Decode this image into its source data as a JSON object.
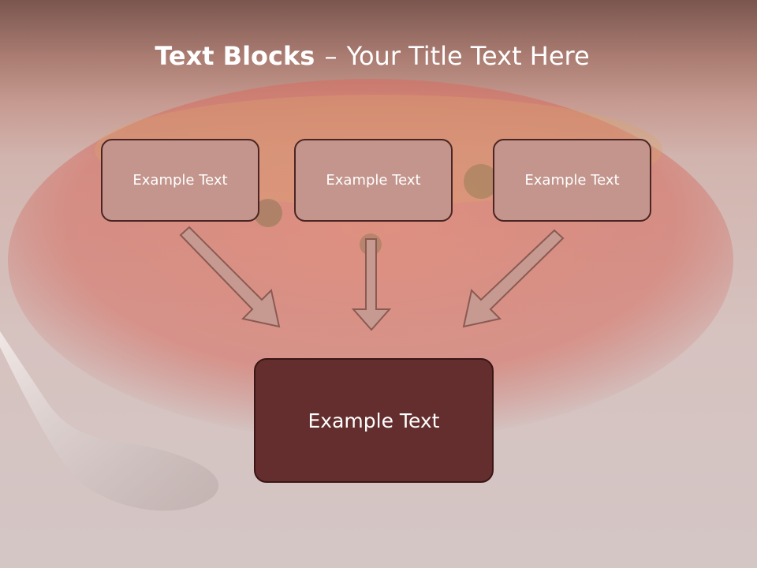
{
  "slide": {
    "title_bold": "Text Blocks",
    "title_separator": "–",
    "title_rest": "Your Title Text Here",
    "blocks": [
      {
        "label": "Example Text"
      },
      {
        "label": "Example Text"
      },
      {
        "label": "Example Text"
      }
    ],
    "target_block": {
      "label": "Example Text"
    }
  },
  "colors": {
    "block_fill": "#c3958c",
    "block_border": "#4b2523",
    "target_fill": "#642e2f",
    "arrow_fill": "#c69a90",
    "arrow_stroke": "#8b5a52"
  }
}
